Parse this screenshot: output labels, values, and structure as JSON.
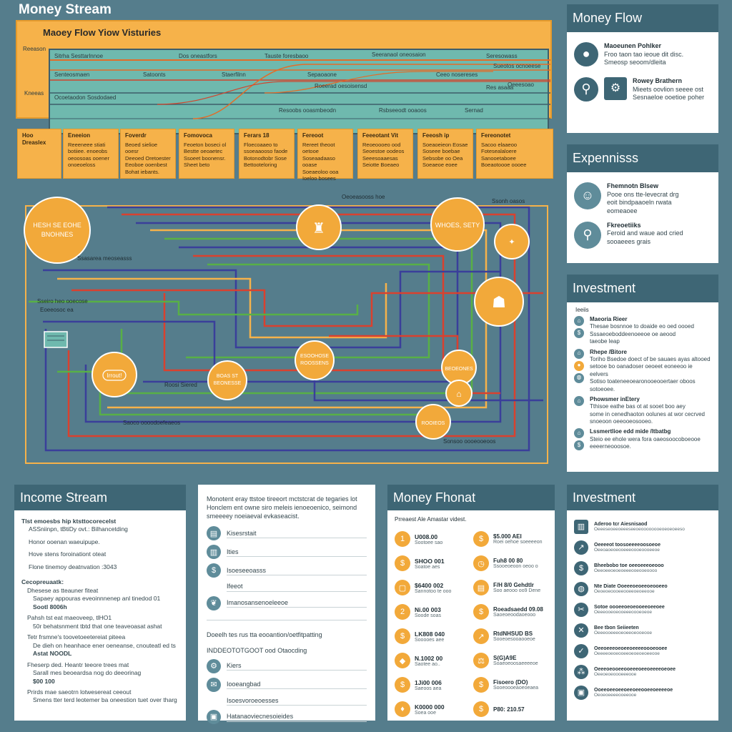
{
  "header": {
    "title": "Money Stream"
  },
  "banner": {
    "title": "Maoey Flow Yiow Visturies",
    "side_labels": [
      "Reeason",
      "Kneeas"
    ],
    "labels": [
      "Sitrha Sesttarlnnoe",
      "Dos oneastfors",
      "Tauste foresbaoo",
      "Seeranaol oneosaion",
      "Seresowass",
      "Sueotos ocnoeese",
      "Senteosmaen",
      "Satoonts",
      "Staerfilnn",
      "Sepaoaone",
      "Ceeo nosereses",
      "Oeeesoao",
      "Ocoetaodon Sosdodaed",
      "Roeerad oesoisensd",
      "Res asaaa",
      "Resoobs ooasmbeodn",
      "Rsbseeodt ooaoos",
      "Sernad"
    ]
  },
  "cards": [
    {
      "head": "Hoo Dreaslex",
      "lines": []
    },
    {
      "head": "Eneeion",
      "lines": [
        "Reeeneee stiati",
        "botiiee. enoeobs",
        "oeoosoas ooener",
        "onoeoeloss"
      ]
    },
    {
      "head": "Foverdr",
      "lines": [
        "Beoed sielioe ooesr",
        "Deeoed Oretoester",
        "Eeoboe ooenbest",
        "Bohat iebants."
      ]
    },
    {
      "head": "Fomovoca",
      "lines": [
        "Feoeton boseci ol",
        "Bestte oeoaetec",
        "Ssoeet boonensr.",
        "Sheet beto"
      ]
    },
    {
      "head": "Ferars 18",
      "lines": [
        "Floecoaaeo to",
        "ssoeaaooso faode",
        "Botonodtobr Sose",
        "Bettooteloring"
      ]
    },
    {
      "head": "Fereoot",
      "lines": [
        "Rereet theoot oetooe",
        "Soseaadaaso ooase",
        "Soeaeoloo ooa",
        "Ioeloo bosees"
      ]
    },
    {
      "head": "Feeeotant Vit",
      "lines": [
        "Reoeoooeo ood",
        "Seoestoe oodeos",
        "Seeesoaaesas",
        "Seiotte Boeaeo"
      ]
    },
    {
      "head": "Feeosh ip",
      "lines": [
        "Soeaoeieon Eosae",
        "Soseee boebae",
        "Sebsobe oo Oea",
        "Soeaeoe eoee"
      ]
    },
    {
      "head": "Fereonotet",
      "lines": [
        "Sacoo elaaeoo",
        "Fotesealaloere",
        "Sanooetaboee",
        "Boeaotoooe oooee"
      ]
    }
  ],
  "diagram": {
    "nodes": [
      {
        "label_1": "HESH SE EOHE",
        "label_2": "BNOHNES"
      },
      {
        "label_1": "",
        "label_2": ""
      },
      {
        "label_1": "WHOES, SETY",
        "label_2": ""
      },
      {
        "label_1": "",
        "label_2": ""
      },
      {
        "label_1": "Irrout!",
        "label_2": ""
      },
      {
        "label_1": "ESOOHOSE",
        "label_2": "ROOSSENS"
      },
      {
        "label_1": "BOAS ST",
        "label_2": "BEONESSE"
      },
      {
        "label_1": "BEOEONES",
        "label_2": ""
      },
      {
        "label_1": "",
        "label_2": ""
      },
      {
        "label_1": "ROOIEOS",
        "label_2": ""
      }
    ],
    "labels": [
      "Oeoeasooss hoe",
      "Ssonh oasos",
      "Ssasarea meoseasss",
      "Sseiro heo ooecose",
      "Eoeeosoc ea",
      "Roosi Siered",
      "Saoco oooodoefeaeos",
      "Sonsoo oooeooeoos"
    ]
  },
  "money_flow": {
    "title": "Money Flow",
    "rows": [
      {
        "icon": "head-icon",
        "bold": "Maoeunen Pohlker",
        "lines": [
          "Froo taon tao ieoue dit disc.",
          "Smeosp seoom/dleita"
        ]
      },
      {
        "icon": "search-icon",
        "bold": "Rowey Brathern",
        "lines": [
          "Mieets oovlion seeee ost",
          "Sesnaeloe ooetioe poher"
        ]
      }
    ]
  },
  "expenses": {
    "title": "Expennisss",
    "rows": [
      {
        "icon": "person-icon",
        "bold": "Fhemnotn Blsew",
        "lines": [
          "Pooe ons tte-levecrat drg",
          "eoit bindpaaoeln rwata",
          "eomeaoee"
        ]
      },
      {
        "icon": "search-icon",
        "bold": "Fkreoetiiks",
        "lines": [
          "Feroid and waue aod cried",
          "sooaeees grais"
        ]
      }
    ]
  },
  "investment_side": {
    "title": "Investment",
    "note": "Ieeiis",
    "rows": [
      {
        "bold": "Maeoria Rieer",
        "lines": [
          "Thesae bosnnoe to doaide eo oed oooed",
          "Sssaeoeboddeenoeeoe oe aeood",
          "taeobe leap"
        ]
      },
      {
        "bold": "Rhepe /Bitore",
        "lines": [
          "Toriho Bsedoe doect of be sauaes ayas altooed",
          "setooe bo oanadoser oeoeet eoneeoo ie eelvers",
          "Sotiso toateneeoearonooeooertaer oboos",
          "sotoeoee."
        ]
      },
      {
        "bold": "Phowsmer inEtery",
        "lines": [
          "Tthisoe eathe bas ot at sooet boo aey",
          "some in cenedhaoton oolunes at wor cecrved",
          "snoeoon oeeooeosooeo."
        ]
      },
      {
        "bold": "Lssmertlioe edd mide /ltbatbg",
        "lines": [
          "Steio ee ehole wera fora oaeosoocoboeooe",
          "eeeerneooosoe."
        ]
      }
    ]
  },
  "income_stream": {
    "title": "Income Stream",
    "lines": [
      "Tlst emoesbs hip ktsttocorecelst",
      "ASSniinpn, tBtiDy ovt.: Bilhancetding",
      "Honor ooenan waeuipupe.",
      "Hove stens foroinationt oteat",
      "Flone tinemoy deatnvation :3043",
      "Cecopreuaatk:",
      "Dhesese as tteauner fiteat",
      "Sapaey appouras eveoinnnenep anl tinedod 01",
      "Sootl 8006h",
      "Pahsh tst eat maeoveep, tlHO1",
      "50r behatsnment tbtd that one teaveoasat ashat",
      "Tetr frsmne's toovetoeetereiat piteea",
      "De dieh on heanhace ener oeneanse, cnouteatl ed ts",
      "Astat NOODL",
      "Fheserp ded. Heantr teeore trees mat",
      "Sarall mes beoeardsa nog do deeorinag",
      "$00 100",
      "Prirds mae saeotrn lotwesereat ceeout",
      "Smens tter terd leotemer ba oneestion tuet over tharg"
    ]
  },
  "middle_list": {
    "intro": [
      "Monotent eray ttstoe tireeort mctstcrat de tegaries lot",
      "Honclem ent owne siro meleis ienoeoenico, seimond",
      "smeeeey noeiaeval evkaseacist."
    ],
    "items_1": [
      "Kisesrstait",
      "Ities",
      "Isoeseeoasss",
      "Ifeeot",
      "Imanosansenoeleeoe"
    ],
    "intro_2": "Doeelh tes rus tta eooantion/oetfitpatting",
    "items_2_head": "INDDEOTOTGOOT ood Otaocding",
    "items_2": [
      "Kiers",
      "Iooeangbad",
      "Isoesvoroeoesses",
      "Hatanaoviecnesoieides"
    ]
  },
  "money_format": {
    "title": "Money Fhonat",
    "intro": "Prreaest Ale Amastar videst.",
    "left": [
      {
        "orb": "1",
        "value": "U008.00",
        "sub": "Sootoee sao"
      },
      {
        "orb": "",
        "value": "SHOO 001",
        "sub": "Soatoe aes"
      },
      {
        "orb": "",
        "value": "$6400 002",
        "sub": "Sannotoo te ooo"
      },
      {
        "orb": "2",
        "value": "Ni.00 003",
        "sub": "Soode soas"
      },
      {
        "orb": "",
        "value": "LK808 040",
        "sub": "Sooooes aee"
      },
      {
        "orb": "",
        "value": "N.1002 00",
        "sub": "Saotee ao.."
      },
      {
        "orb": "",
        "value": "1Ji00 006",
        "sub": "Saeoos aea"
      },
      {
        "orb": "",
        "value": "K0000 000",
        "sub": "Soea ooe"
      }
    ],
    "right": [
      {
        "value": "$5.000 AEI",
        "sub": "Roei oehoe soeeeeon"
      },
      {
        "value": "Fuh8 00 80",
        "sub": "Ssooeoeoon oeoo o"
      },
      {
        "value": "F/H 8/0 Gehdtlr",
        "sub": "Soo aeooo oo9 Dene"
      },
      {
        "value": "Roeadsaedd 09.08",
        "sub": "Saoeoeoodaoeooo"
      },
      {
        "value": "RtdNHSUD BS",
        "sub": "Sooeoesooaooeoe"
      },
      {
        "value": "S(G)A9E",
        "sub": "Soaeoeoosaeeeeoe"
      },
      {
        "value": "Fisoero (DO)",
        "sub": "Sooeoooeaoeoeaea"
      },
      {
        "value": "P80: 210.57",
        "sub": ""
      }
    ]
  },
  "investment_bottom": {
    "title": "Investment",
    "rows": [
      {
        "icon": "chart-icon",
        "bold": "Aderoo tcr Aiesnisaod",
        "sub": "Oeeeseoeeoeeeseeoeoooooooeoeoeoeeso"
      },
      {
        "icon": "growth-icon",
        "bold": "Oeeeeot toosoeeeeoosoeoe",
        "sub": "Oeeoaoeoeooeeeoooeoooeeoe"
      },
      {
        "icon": "money-icon",
        "bold": "Bheebobo toe oeeoeeeoeooo",
        "sub": "Oeeoeeoeoeoeeeooeooeoooo"
      },
      {
        "icon": "globe-icon",
        "bold": "Nte Diate Ooeeeoeoeeoeooeeo",
        "sub": "Oeoeoeoooeeooeeoeoeeooe"
      },
      {
        "icon": "scissors-icon",
        "bold": "Sotoe oooeeoeoeooeeoeeoee",
        "sub": "Oeeeooeoeooeeeoooeoeoe"
      },
      {
        "icon": "cross-icon",
        "bold": "Bee tbon Seiieeten",
        "sub": "Oeeeooeeeoeoeeoeooeooe"
      },
      {
        "icon": "check-icon",
        "bold": "Oeeoeeeoeoeeoeeeeoooeooee",
        "sub": "Oeeeeoeoeooeeoeoeoeoeeooe"
      },
      {
        "icon": "network-icon",
        "bold": "Oeeeoeooeeooeeeoeeoeeeeoeoee",
        "sub": "Oeeoeoeoooeeeooe"
      },
      {
        "icon": "chip-icon",
        "bold": "Ooeeoeeoeeoeeoeeooeeoeeeeoe",
        "sub": "Oeoeoeeeeooeeooe"
      }
    ]
  }
}
